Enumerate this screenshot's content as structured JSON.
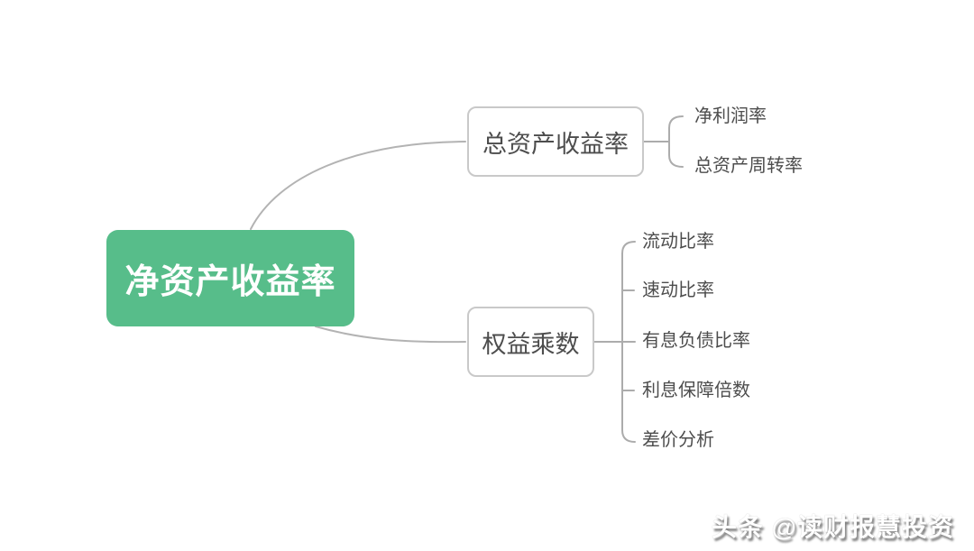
{
  "root": {
    "label": "净资产收益率"
  },
  "branches": [
    {
      "label": "总资产收益率",
      "children": [
        {
          "label": "净利润率"
        },
        {
          "label": "总资产周转率"
        }
      ]
    },
    {
      "label": "权益乘数",
      "children": [
        {
          "label": "流动比率"
        },
        {
          "label": "速动比率"
        },
        {
          "label": "有息负债比率"
        },
        {
          "label": "利息保障倍数"
        },
        {
          "label": "差价分析"
        }
      ]
    }
  ],
  "watermark": {
    "text": "头条 @读财报慧投资"
  },
  "colors": {
    "root_background": "#57bd8a",
    "root_text": "#ffffff",
    "node_border": "#c9c9c9",
    "node_text": "#4d4d4d",
    "connector_line": "#b3b3b3",
    "background": "#ffffff"
  }
}
